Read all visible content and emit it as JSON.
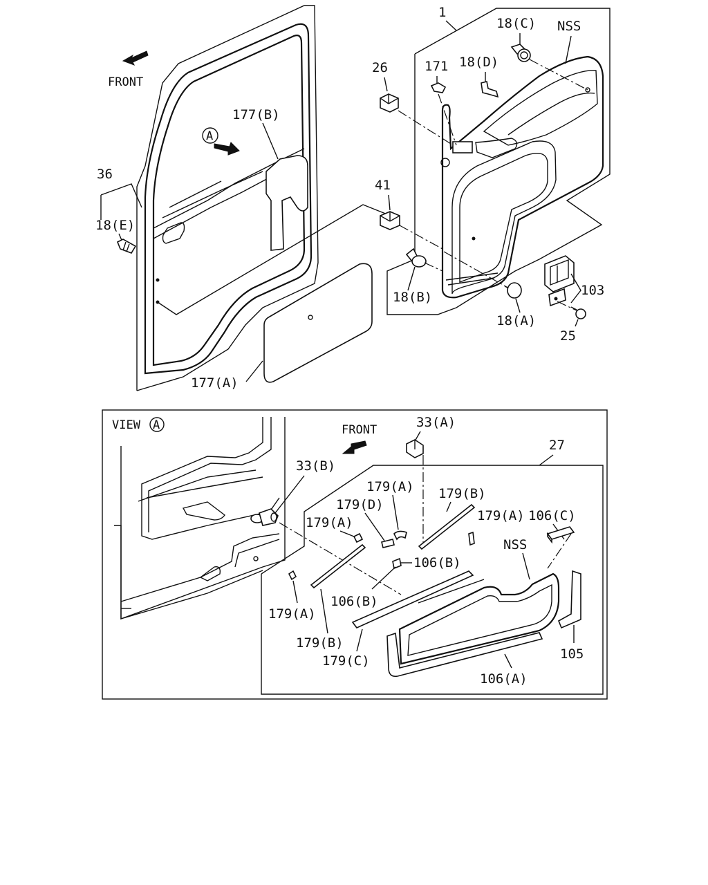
{
  "labels": {
    "front_top": "FRONT",
    "front_view": "FRONT",
    "view_title": "VIEW",
    "callout_a": "A",
    "p1": "1",
    "p18c": "18(C)",
    "nss_top": "NSS",
    "p26": "26",
    "p171": "171",
    "p18d": "18(D)",
    "p177b": "177(B)",
    "p36": "36",
    "p18e": "18(E)",
    "p41": "41",
    "p18b": "18(B)",
    "p103": "103",
    "p18a": "18(A)",
    "p25": "25",
    "p177a": "177(A)",
    "p33a": "33(A)",
    "p27": "27",
    "p33b": "33(B)",
    "p179a_1": "179(A)",
    "p179b_1": "179(B)",
    "p179d": "179(D)",
    "p106c": "106(C)",
    "p179a_2": "179(A)",
    "p179a_3": "179(A)",
    "nss_view": "NSS",
    "p106b_1": "106(B)",
    "p106b_2": "106(B)",
    "p179a_4": "179(A)",
    "p179b_2": "179(B)",
    "p179c": "179(C)",
    "p106a": "106(A)",
    "p105": "105"
  },
  "icons": [
    "front-arrow-icon",
    "view-arrow-icon",
    "callout-circle-icon"
  ]
}
